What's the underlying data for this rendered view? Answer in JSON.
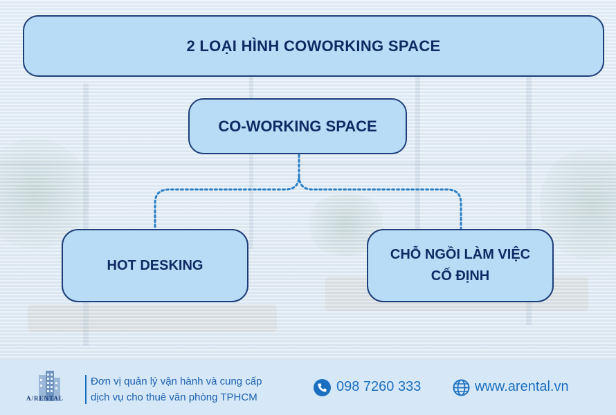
{
  "diagram": {
    "title": "2 LOẠI HÌNH COWORKING SPACE",
    "root": "CO-WORKING SPACE",
    "branches": [
      {
        "label": "HOT DESKING"
      },
      {
        "label_lines": [
          "CHỖ NGỒI LÀM VIỆC",
          "CỐ ĐỊNH"
        ]
      }
    ]
  },
  "footer": {
    "logo_text": "A/RENTAL",
    "slogan_lines": [
      "Đơn vị quản lý vận hành và cung cấp",
      "dịch vụ cho thuê văn phòng TPHCM"
    ],
    "phone": "098 7260 333",
    "website": "www.arental.vn"
  },
  "colors": {
    "box_fill": "#b9dcf6",
    "box_border": "#1c3d78",
    "connector": "#2b7fc4",
    "footer_text": "#1b6fc1"
  },
  "icons": {
    "phone": "phone-icon",
    "globe": "globe-icon",
    "logo": "building-logo-icon"
  }
}
